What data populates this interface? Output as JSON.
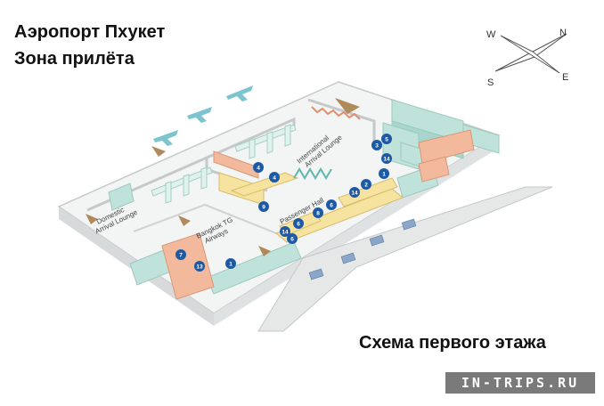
{
  "title_line1": "Аэропорт Пхукет",
  "title_line2": "Зона прилёта",
  "subtitle": "Схема первого этажа",
  "watermark": "IN-TRIPS.RU",
  "compass": {
    "n": "N",
    "s": "S",
    "e": "E",
    "w": "W"
  },
  "areas": {
    "domestic": [
      "Domestic",
      "Arrival Lounge"
    ],
    "bangkok": [
      "Bangkok TG",
      "Airways"
    ],
    "international": [
      "International",
      "Arrival Lounge"
    ],
    "passenger_hall": "Passenger Hall"
  },
  "markers": [
    "4",
    "4",
    "3",
    "5",
    "14",
    "1",
    "2",
    "14",
    "9",
    "6",
    "8",
    "6",
    "14",
    "6",
    "7",
    "13",
    "1"
  ],
  "colors": {
    "floor": "#eef0f0",
    "wall": "#c9cccc",
    "teal": "#bfe3db",
    "yellow": "#f7e3a0",
    "salmon": "#f3b99c",
    "marker": "#1d5aa6",
    "plane": "#7cc4cf",
    "arrow": "#b08a5a"
  }
}
